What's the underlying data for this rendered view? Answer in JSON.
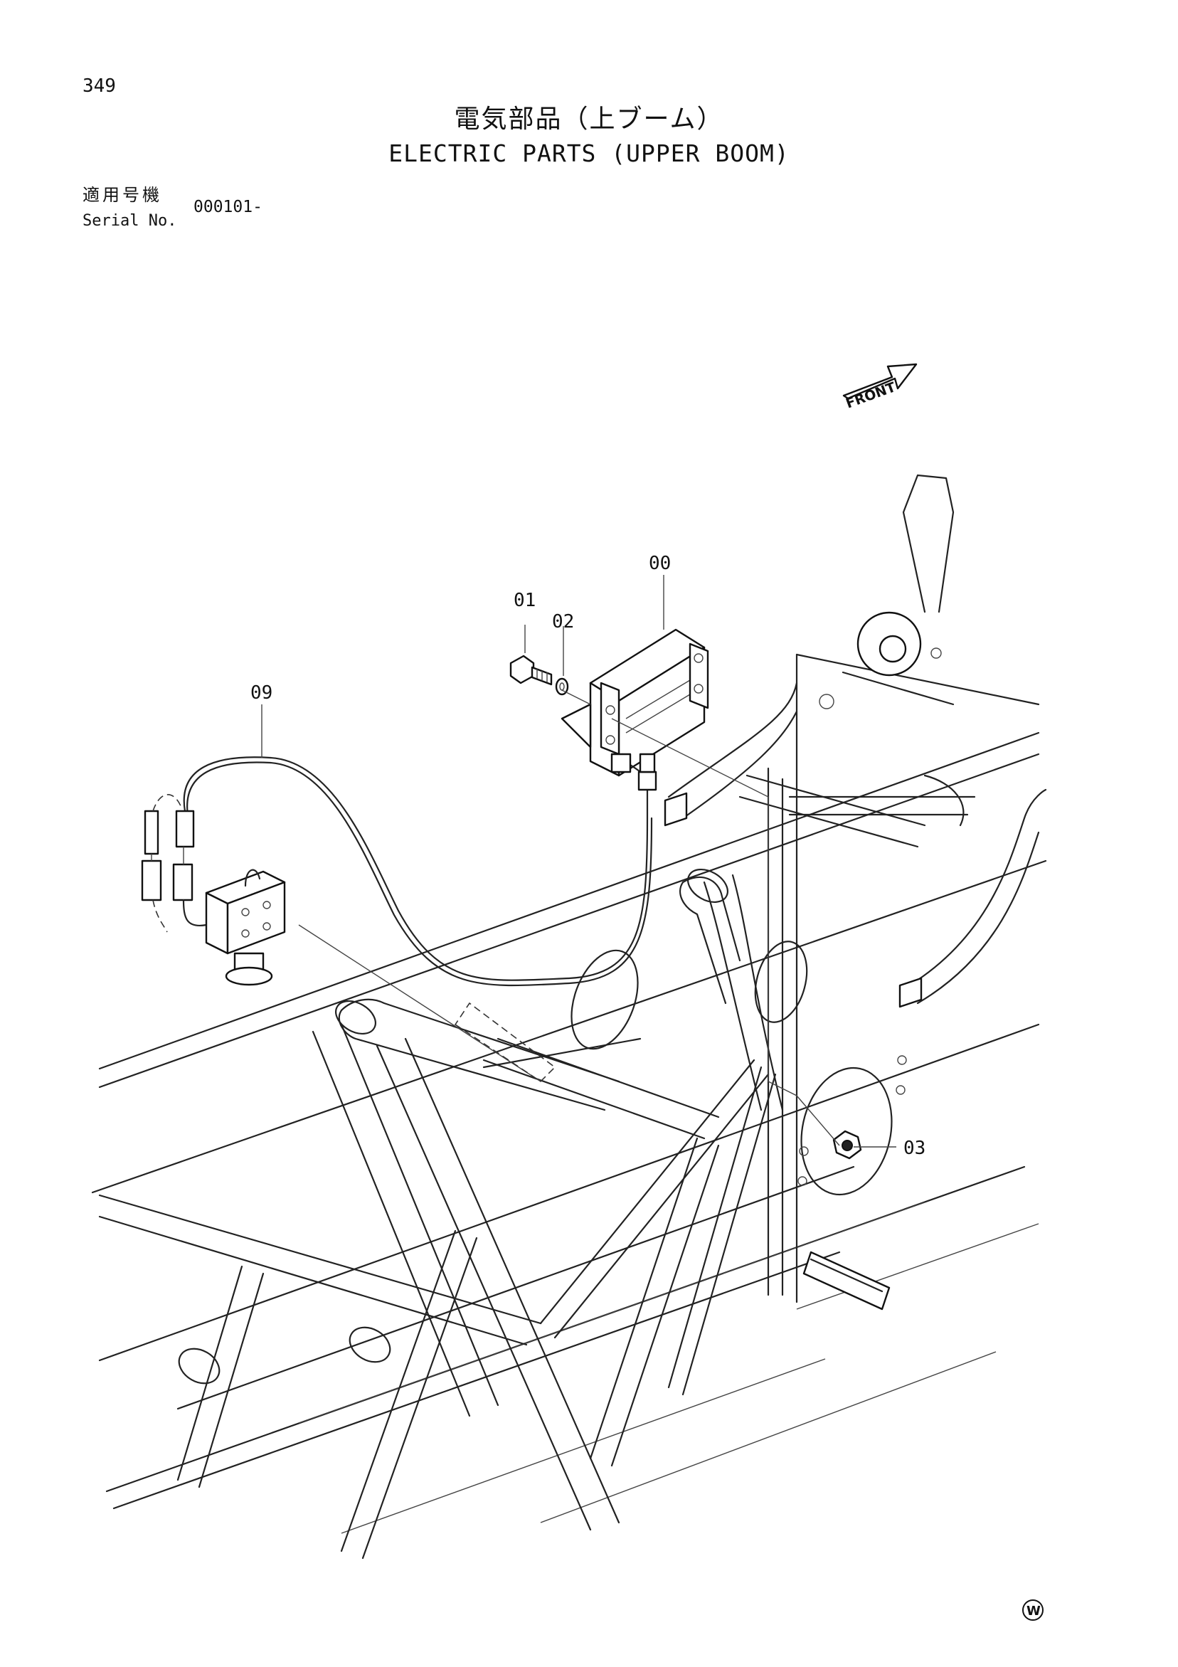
{
  "page": {
    "number": "349",
    "title_jp": "電気部品（上ブーム）",
    "title_en": "ELECTRIC PARTS (UPPER BOOM)"
  },
  "serial": {
    "label_jp": "適用号機",
    "label_en": "Serial No.",
    "value": "000101-"
  },
  "diagram": {
    "front_label": "FRONT",
    "callouts": {
      "p00": "00",
      "p01": "01",
      "p02": "02",
      "p03": "03",
      "p09": "09"
    },
    "footer_mark": "W"
  }
}
